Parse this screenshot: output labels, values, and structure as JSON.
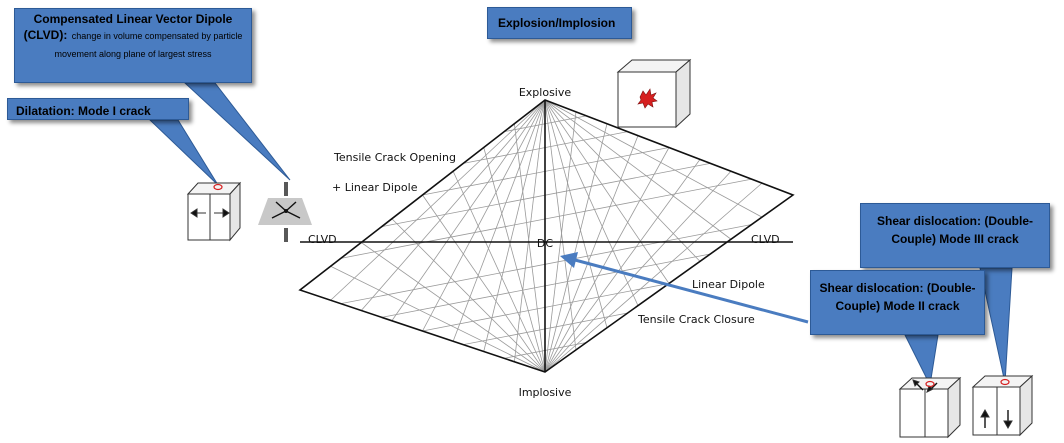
{
  "diagram": {
    "vertex_top": "Explosive",
    "vertex_bottom": "Implosive",
    "center": "DC",
    "left_clvd": "CLVD",
    "right_clvd": "CLVD",
    "tensile_open": "Tensile Crack Opening",
    "plus_linear_dipole": "+ Linear Dipole",
    "linear_dipole": "Linear Dipole",
    "tensile_close": "Tensile Crack Closure"
  },
  "callouts": {
    "clvd_title": "Compensated Linear Vector Dipole",
    "clvd_abbr": "(CLVD):",
    "clvd_desc": "change in volume compensated by particle movement along plane of largest stress",
    "dilatation": "Dilatation: Mode I crack",
    "explosion": "Explosion/Implosion",
    "shear3": "Shear dislocation: (Double-Couple) Mode III crack",
    "shear2": "Shear dislocation: (Double-Couple) Mode II crack"
  },
  "colors": {
    "callout_fill": "#4a7cc0",
    "arrow": "#4a7cc0",
    "seal_red": "#d62020"
  }
}
